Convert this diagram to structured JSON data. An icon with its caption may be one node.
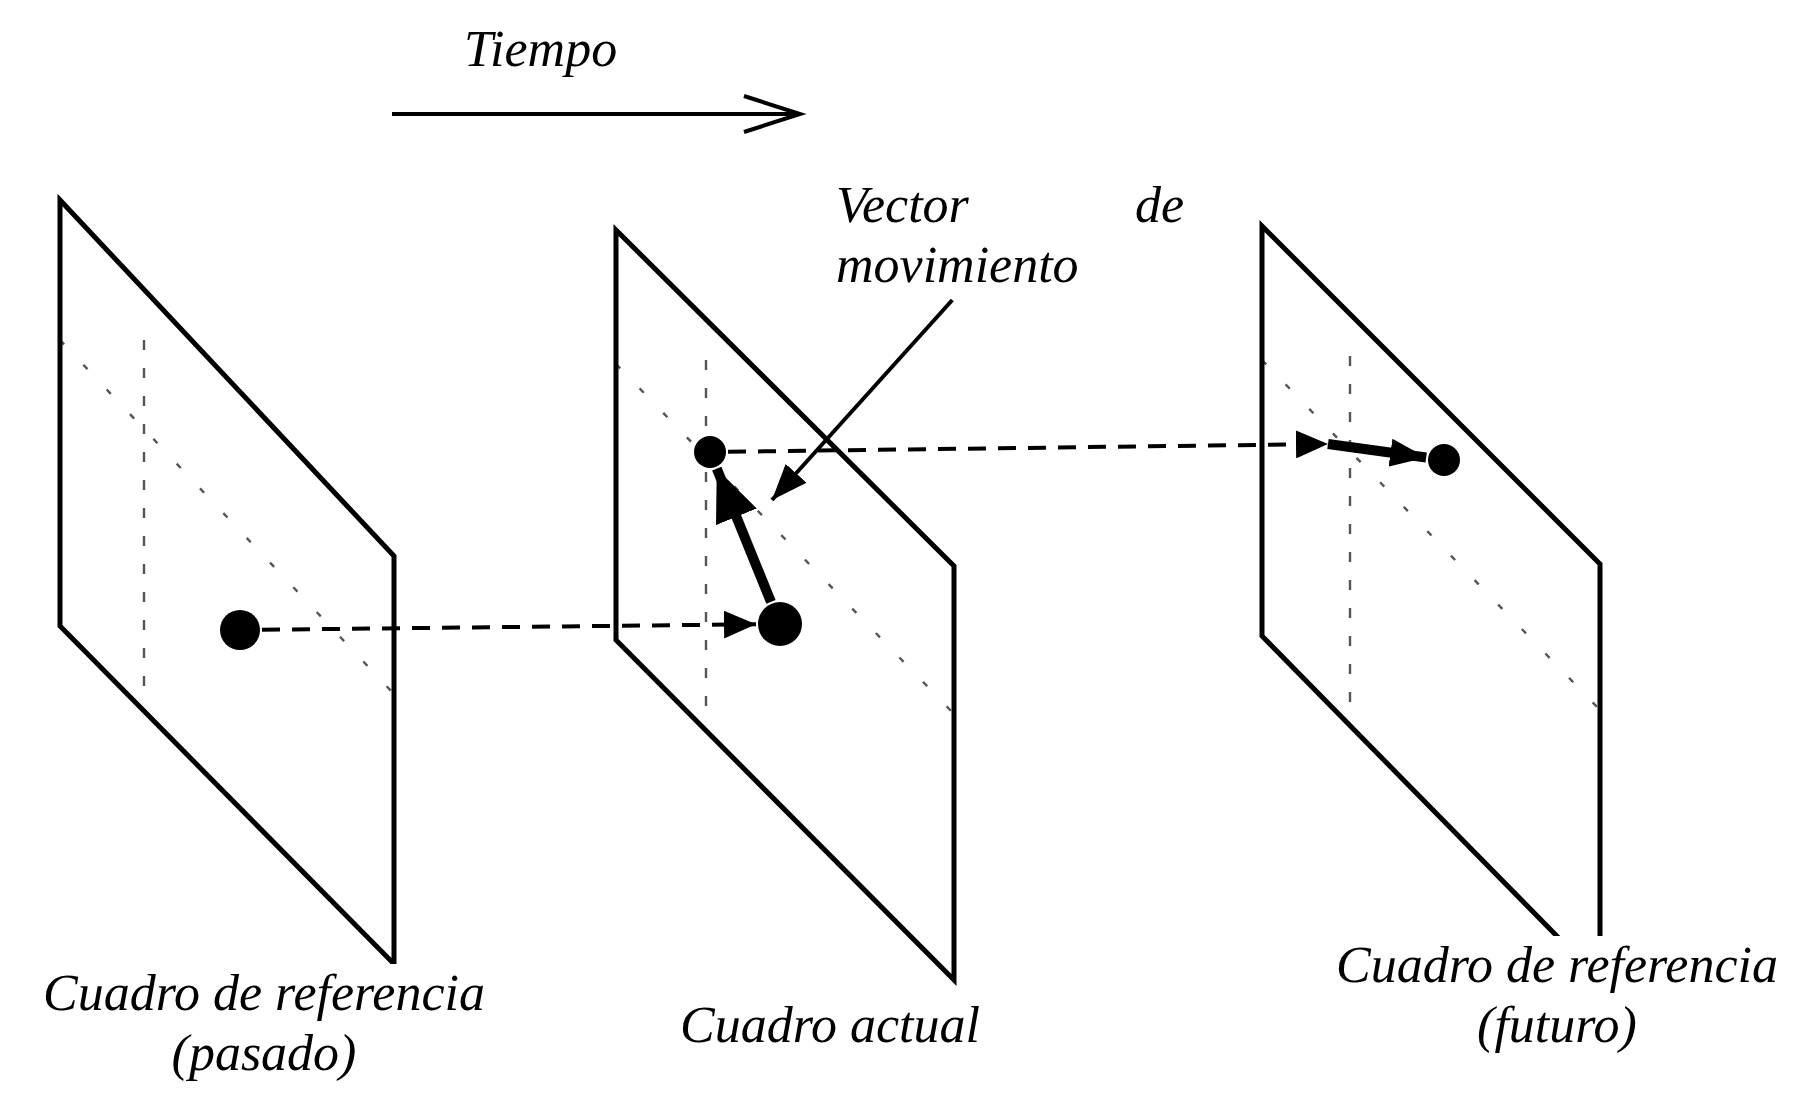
{
  "diagram": {
    "nodes": [
      {
        "text": [
          "Cuadro de referencia (pasado)"
        ]
      },
      {
        "text": [],
        "shape": "circle",
        "in": 0
      },
      {
        "text": [
          "Cuadro actual"
        ]
      },
      {
        "text": [],
        "shape": "circle",
        "in": 2
      },
      {
        "text": [],
        "shape": "circle",
        "in": 2
      },
      {
        "text": [
          "Cuadro de referencia (futuro)"
        ]
      },
      {
        "text": [],
        "shape": "circle",
        "in": 5
      },
      {
        "text": [
          "Vector de movimiento"
        ]
      }
    ],
    "edges": [
      {
        "from": 1,
        "to": 4,
        "arrow": "to",
        "style": "dashed"
      },
      {
        "from": 4,
        "to": 3,
        "arrow": "to",
        "style": "thick"
      },
      {
        "from": 3,
        "to": 6,
        "arrow": "to",
        "style": "dashed"
      },
      {
        "from": 7,
        "to": null,
        "arrow": "to"
      }
    ],
    "labels": [
      "Tiempo"
    ]
  }
}
